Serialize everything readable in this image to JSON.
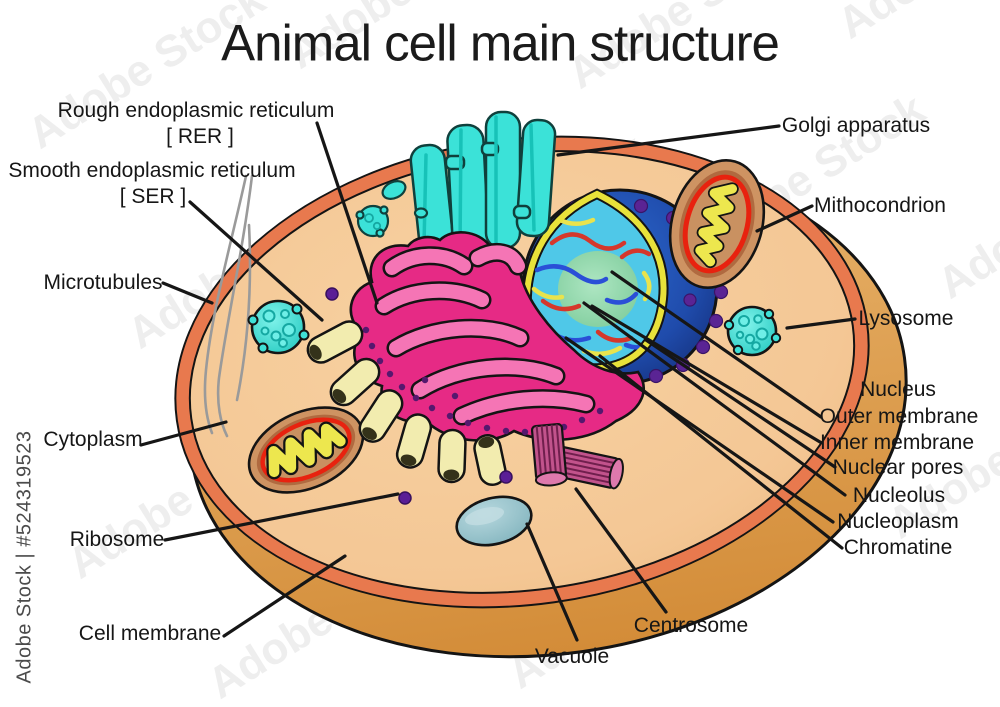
{
  "title": "Animal cell main structure",
  "watermark": {
    "diagonal": "Adobe Stock",
    "side": "Adobe Stock | #524319523"
  },
  "labels": {
    "rer": {
      "line1": "Rough endoplasmic reticulum",
      "line2": "[ RER ]"
    },
    "ser": {
      "line1": "Smooth endoplasmic reticulum",
      "line2": "[ SER ]"
    },
    "microtubules": "Microtubules",
    "cytoplasm": "Cytoplasm",
    "ribosome": "Ribosome",
    "cell_membrane": "Cell membrane",
    "vacuole": "Vacuole",
    "centrosome": "Centrosome",
    "golgi": "Golgi apparatus",
    "mitochondrion": "Mithocondrion",
    "lysosome": "Lysosome",
    "nucleus": "Nucleus",
    "outer_membrane": "Outer membrane",
    "inner_membrane": "Inner membrane",
    "nuclear_pores": "Nuclear pores",
    "nucleolus": "Nucleolus",
    "nucleoplasm": "Nucleoplasm",
    "chromatine": "Chromatine"
  },
  "palette": {
    "membrane_coral": "#E8794E",
    "cytoplasm_tan": "#F4C795",
    "base_gold": "#DFA04E",
    "outline_black": "#141414",
    "nucleus_blue": "#2E6BD0",
    "nucleus_blue_dark": "#142F7A",
    "nuclear_pore_purple": "#5A2494",
    "nucleoplasm_blue": "#4FC8E8",
    "nuclear_envelope_yellow": "#E8E23A",
    "nucleolus_green": "#90D8AC",
    "golgi_cyan": "#3BE2D8",
    "rer_pink": "#E62A85",
    "rer_pink_light": "#F575B5",
    "ser_cream": "#F2ECAF",
    "mito_membrane_red": "#E8220F",
    "mito_cristae_yellow": "#EDE74E",
    "mito_pocket_brown": "#CE9362",
    "lysosome_cyan": "#4AE8DF",
    "centrosome_magenta": "#C2538C",
    "vacuole_teal": "#8FC0CA",
    "ribosome_purple": "#5A1E96",
    "microtubule_gray": "#9A9A9A"
  }
}
